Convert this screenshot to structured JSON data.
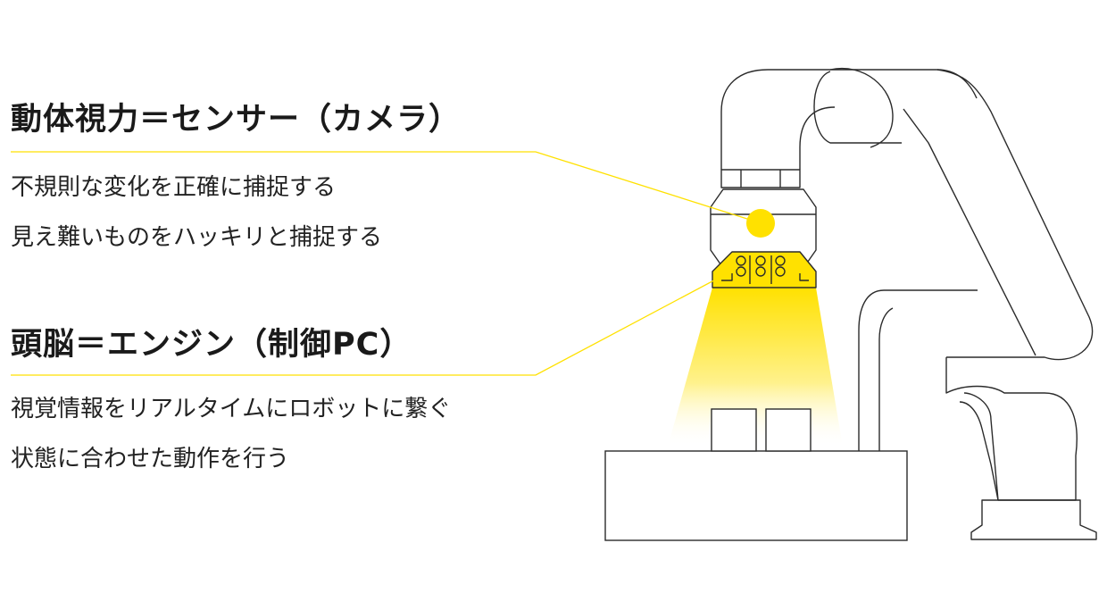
{
  "sections": [
    {
      "heading": "動体視力＝センサー（カメラ）",
      "lines": [
        "不規則な変化を正確に捕捉する",
        "見え難いものをハッキリと捕捉する"
      ]
    },
    {
      "heading": "頭脳＝エンジン（制御PC）",
      "lines": [
        "視覚情報をリアルタイムにロボットに繋ぐ",
        "状態に合わせた動作を行う"
      ]
    }
  ],
  "colors": {
    "accent": "#ffe100",
    "line": "#2b2b2b",
    "beam_top": "#ffe100",
    "beam_bottom": "#ffffff"
  },
  "icons": {
    "camera": "camera-lens-icon",
    "light": "ring-light-icon",
    "robot": "robot-arm-icon"
  }
}
